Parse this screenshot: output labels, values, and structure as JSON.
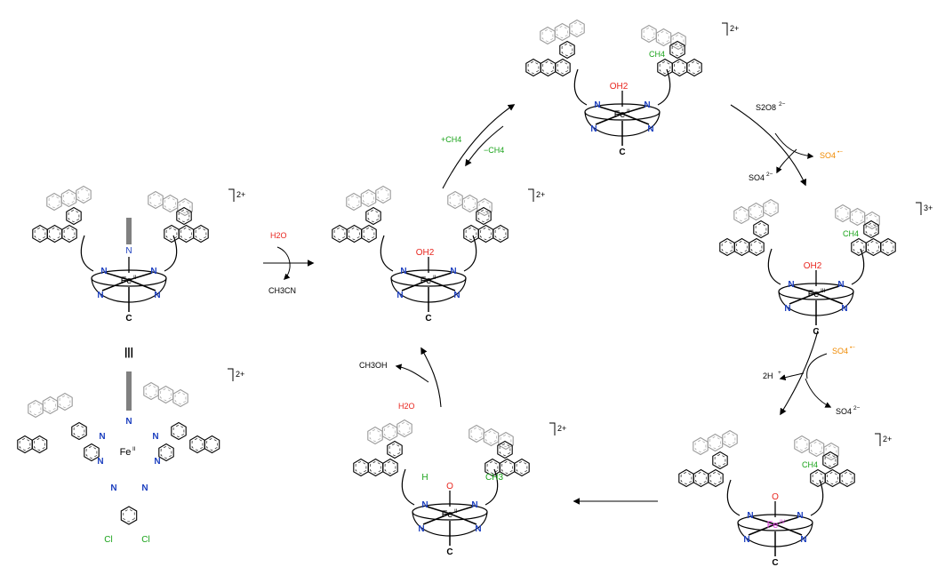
{
  "colors": {
    "ring": "#9a9a9a",
    "bond": "#000000",
    "nitrogen": "#1c3fbf",
    "oxygen": "#e8261f",
    "green": "#1aa31a",
    "orange": "#f08a00",
    "magenta": "#e040e0"
  },
  "complexes": [
    {
      "charge": "2+",
      "iron": "Fe",
      "ox": "II",
      "ligand": "N"
    },
    {
      "charge": "2+",
      "iron": "Fe",
      "ox": "II",
      "ligand": "OH2"
    },
    {
      "charge": "2+",
      "iron": "Fe",
      "ox": "II",
      "ligand": "OH2",
      "guest": "CH4"
    },
    {
      "charge": "3+",
      "iron": "Fe",
      "ox": "III",
      "ligand": "OH2",
      "guest": "CH4"
    },
    {
      "charge": "2+",
      "iron": "Fe",
      "ox": "IV",
      "ligand": "O",
      "guest": "CH4"
    },
    {
      "charge": "2+",
      "iron": "Fe",
      "ox": "II",
      "ligand": "O",
      "H": "H",
      "CH3": "CH3"
    }
  ],
  "bottom_left": {
    "charge": "2+",
    "iron": "Fe",
    "ox": "II",
    "cl": "Cl",
    "equiv": "|||"
  },
  "labels": {
    "cap": "C",
    "n": "N",
    "h2o": "H2O",
    "ch3cn": "CH3CN",
    "plus_ch4": "+CH4",
    "minus_ch4": "−CH4",
    "s2o8": "S2O8",
    "s2o8_charge": "2−",
    "so4_rad": "SO4",
    "so4_rad_charge": "•−",
    "so4": "SO4",
    "so4_charge": "2−",
    "two_h": "2H",
    "h_plus": "+",
    "ch3oh": "CH3OH"
  }
}
